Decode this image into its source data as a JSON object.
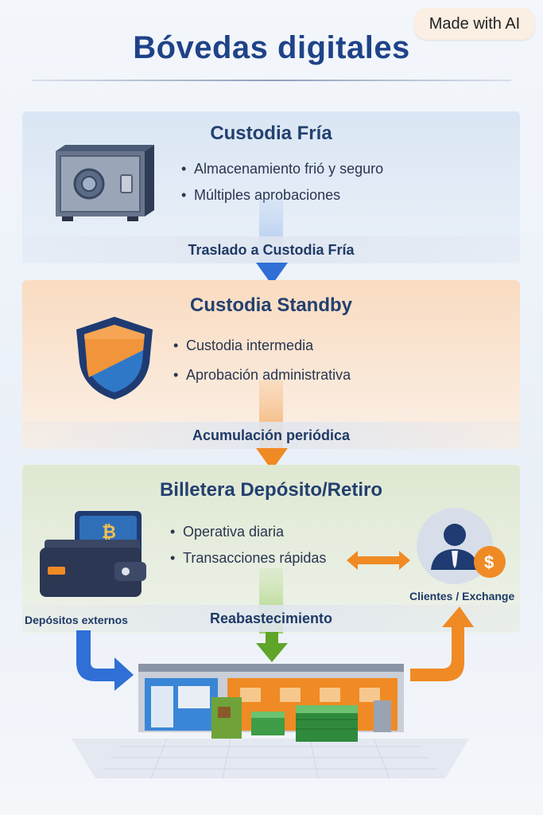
{
  "badge": "Made with AI",
  "title": "Bóvedas digitales",
  "tiers": [
    {
      "title": "Custodia Fría",
      "bullets": [
        "Almacenamiento frió y seguro",
        "Múltiples aprobaciones"
      ],
      "icon": "safe-icon",
      "color": "#2f6fd6"
    },
    {
      "title": "Custodia Standby",
      "bullets": [
        "Custodia intermedia",
        "Aprobación administrativa"
      ],
      "icon": "shield-icon",
      "color": "#f08a24"
    },
    {
      "title": "Billetera Depósito/Retiro",
      "bullets": [
        "Operativa diaria",
        "Transacciones rápidas"
      ],
      "icon": "wallet-icon",
      "color": "#5ea52a"
    }
  ],
  "flows": {
    "to_cold": "Traslado a Custodia Fría",
    "to_standby": "Acumulación periódica",
    "restock": "Reabastecimiento"
  },
  "external": {
    "deposits": "Depósitos externos",
    "clients": "Clientes / Exchange"
  },
  "icons": [
    "safe-icon",
    "shield-icon",
    "wallet-icon",
    "bitcoin-icon",
    "user-icon",
    "dollar-icon",
    "bank-building-icon",
    "cash-stack-icon"
  ]
}
